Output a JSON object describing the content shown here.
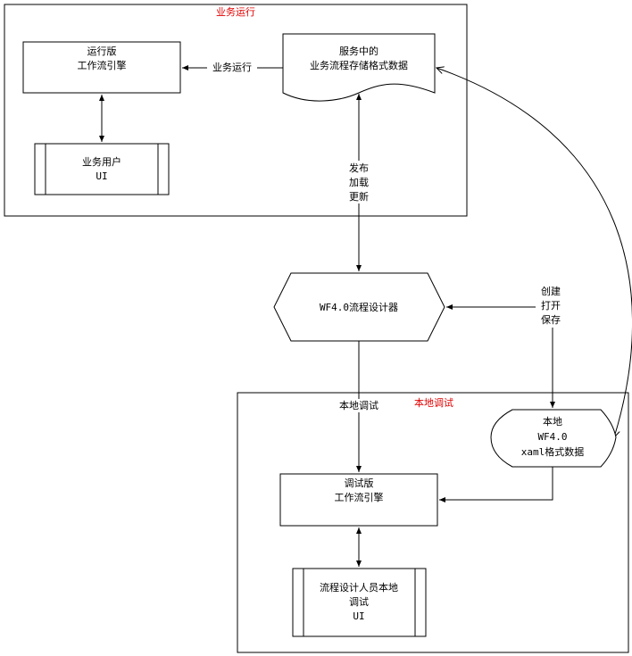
{
  "groups": {
    "business": "业务运行",
    "local": "本地调试"
  },
  "nodes": {
    "runtime_engine": [
      "运行版",
      "工作流引擎"
    ],
    "service_data": [
      "服务中的",
      "业务流程存储格式数据"
    ],
    "business_ui": [
      "业务用户",
      "UI"
    ],
    "designer": "WF4.0流程设计器",
    "local_data": [
      "本地",
      "WF4.0",
      "xaml格式数据"
    ],
    "debug_engine": [
      "调试版",
      "工作流引擎"
    ],
    "designer_ui": [
      "流程设计人员本地",
      "调试",
      "UI"
    ]
  },
  "edges": {
    "business_run": "业务运行",
    "publish": [
      "发布",
      "加载",
      "更新"
    ],
    "file_ops": [
      "创建",
      "打开",
      "保存"
    ],
    "local_debug": "本地调试"
  }
}
